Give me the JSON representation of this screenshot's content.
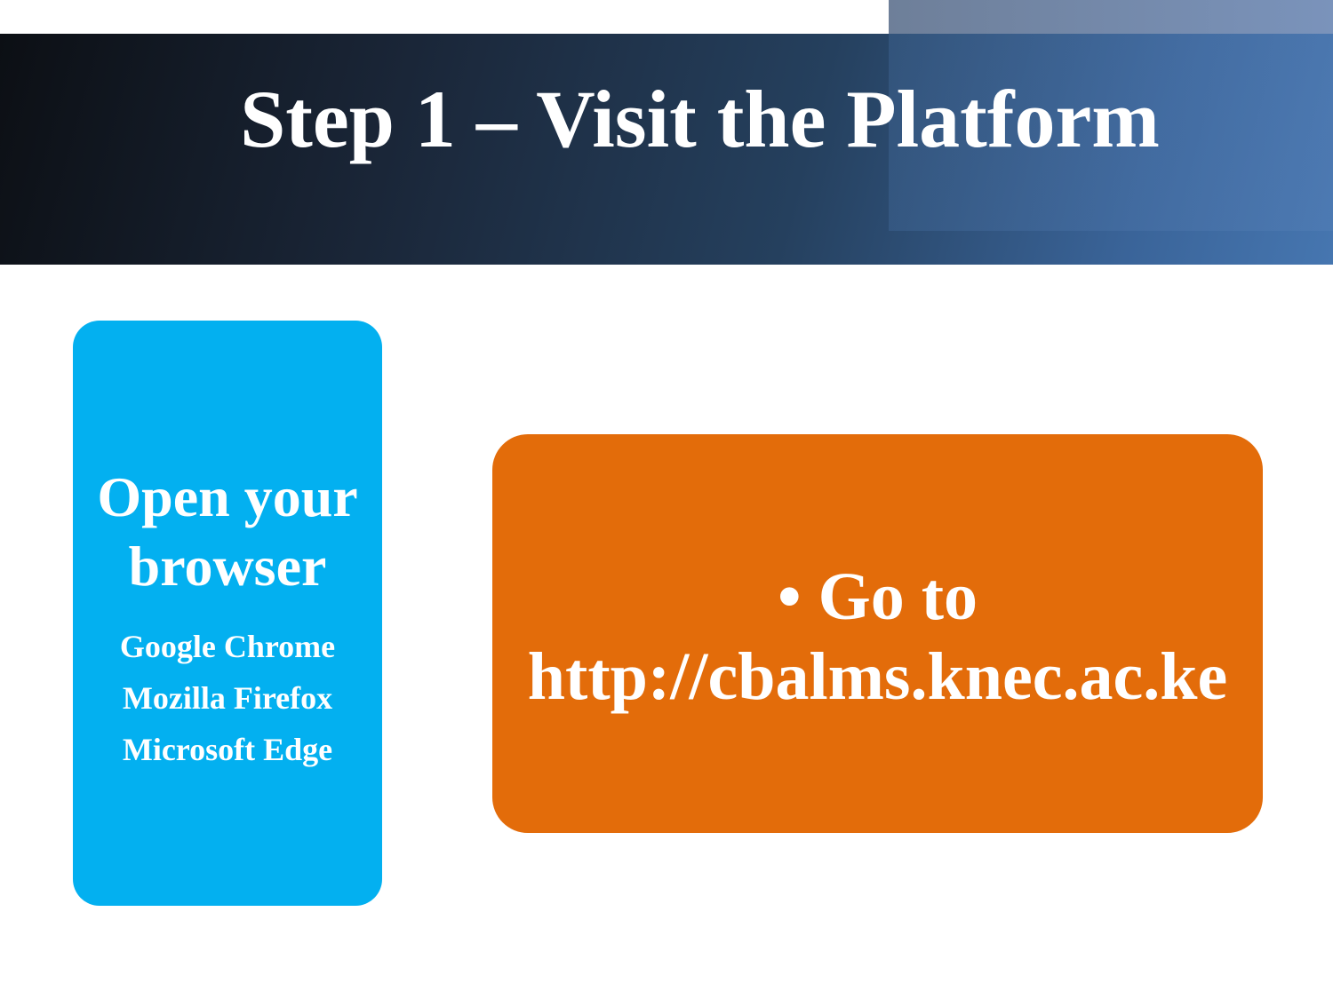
{
  "slide": {
    "title": "Step 1 – Visit the Platform"
  },
  "browser_box": {
    "heading_line1": "Open your",
    "heading_line2": "browser",
    "browsers": [
      "Google Chrome",
      "Mozilla Firefox",
      "Microsoft Edge"
    ],
    "color": "#03b0f0"
  },
  "url_box": {
    "line1": "• Go to",
    "line2": "http://cbalms.knec.ac.ke",
    "color": "#e36c0a"
  },
  "theme": {
    "header_dark": "#0c0f14",
    "header_light": "#4676b0"
  }
}
